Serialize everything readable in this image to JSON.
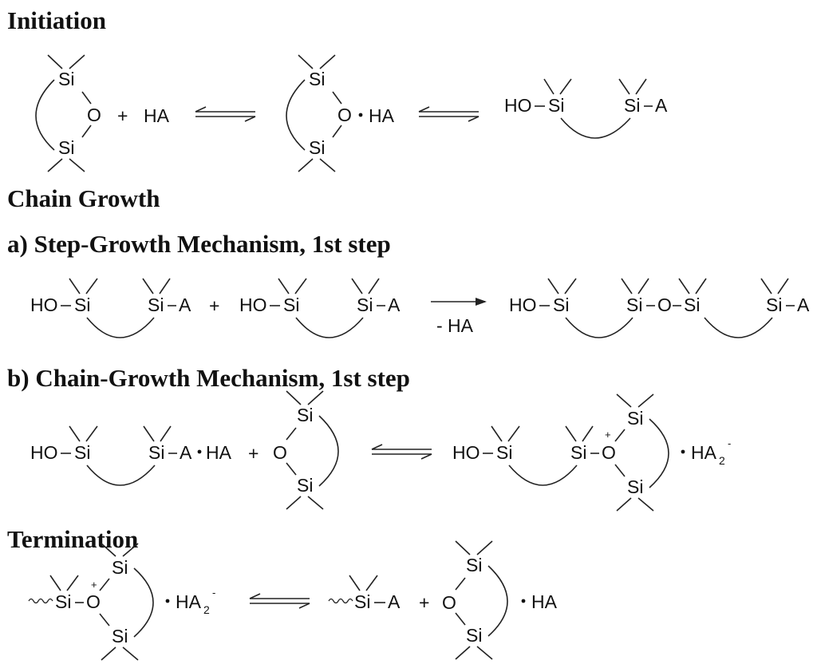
{
  "headings": {
    "initiation": "Initiation",
    "chain_growth": "Chain  Growth",
    "step_growth": "a) Step-Growth Mechanism, 1st step",
    "chain_growth_mech": "b) Chain-Growth Mechanism, 1st step",
    "termination": "Termination"
  },
  "atoms": {
    "si": "Si",
    "o": "O",
    "ho": "HO",
    "ha": "HA",
    "a": "A",
    "plus": "+",
    "minus_ha": "- HA",
    "dot": "·",
    "dash": "–",
    "ha2": "HA",
    "sub2": "2",
    "sup_minus": "-",
    "sup_plus": "+"
  },
  "colors": {
    "ink": "#111111",
    "background": "#ffffff"
  }
}
